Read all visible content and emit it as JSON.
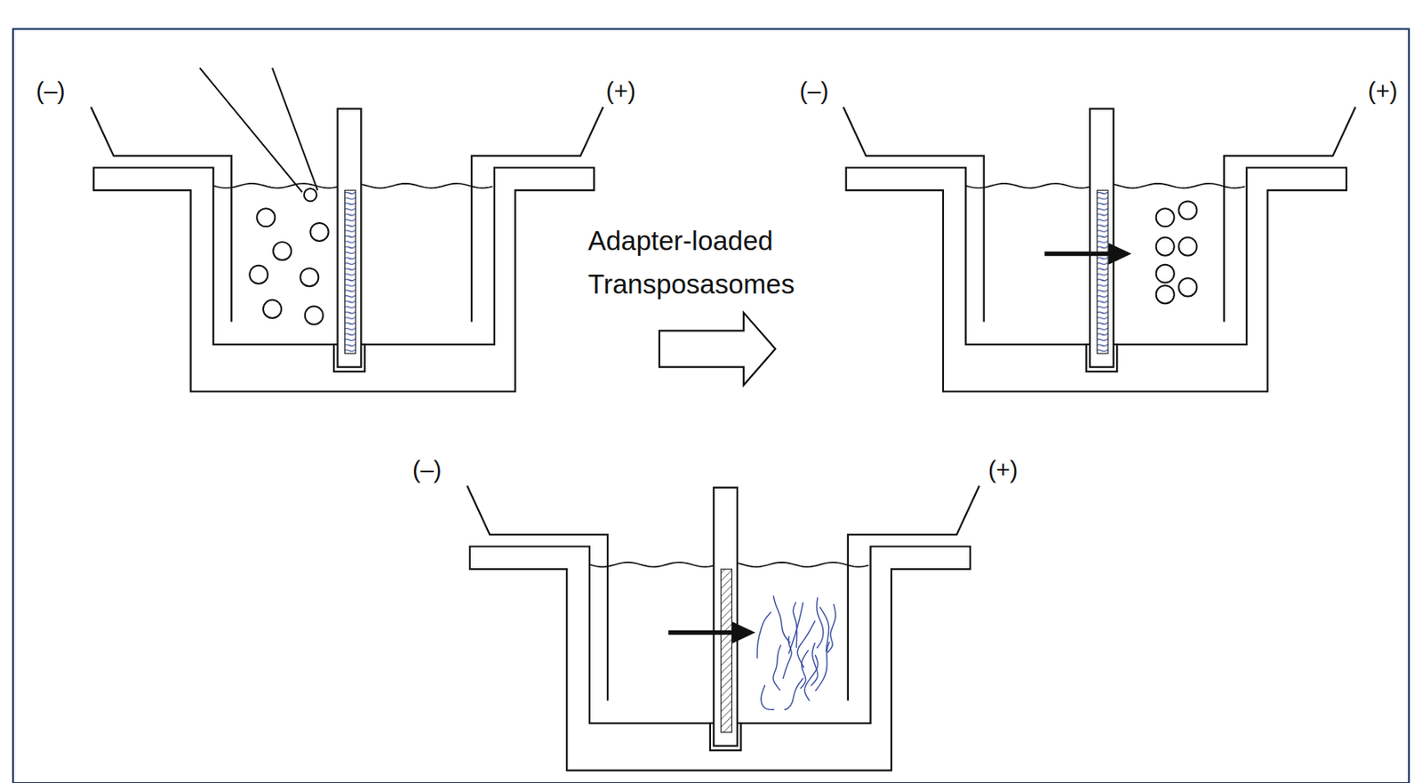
{
  "diagram": {
    "labels": [
      "(–)",
      "(+)",
      "Adapter-loaded Transposasomes",
      "(–)",
      "(+)",
      "(–)",
      "(+)"
    ]
  }
}
